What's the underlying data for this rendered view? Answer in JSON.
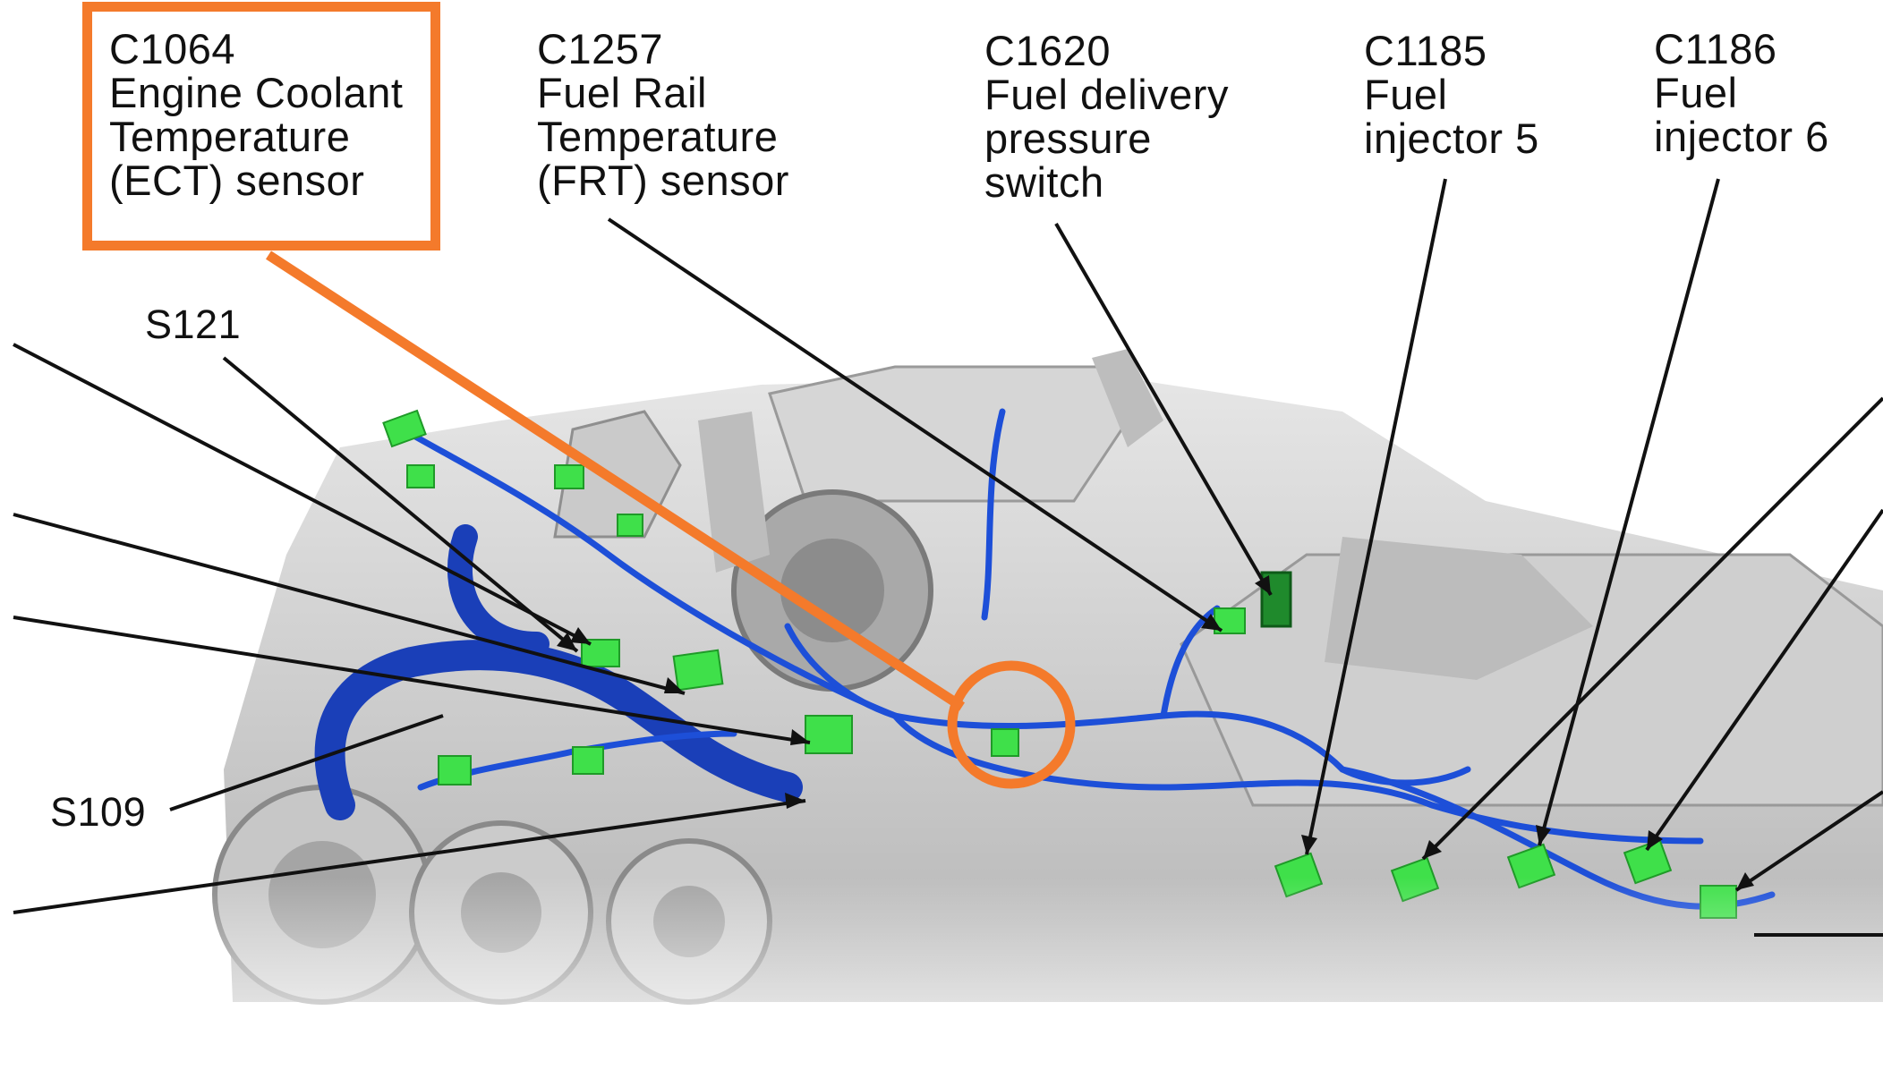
{
  "labels": {
    "c1064": {
      "code": "C1064",
      "line1": "Engine Coolant",
      "line2": "Temperature",
      "line3": "(ECT) sensor"
    },
    "c1257": {
      "code": "C1257",
      "line1": "Fuel Rail",
      "line2": "Temperature",
      "line3": "(FRT) sensor"
    },
    "c1620": {
      "code": "C1620",
      "line1": "Fuel delivery",
      "line2": "pressure",
      "line3": "switch"
    },
    "c1185": {
      "code": "C1185",
      "line1": "Fuel",
      "line2": "injector 5"
    },
    "c1186": {
      "code": "C1186",
      "line1": "Fuel",
      "line2": "injector 6"
    },
    "s121": "S121",
    "s109": "S109"
  },
  "colors": {
    "highlight": "#f47a2b",
    "wiring": "#1d4fd8",
    "connector": "#3fe04a",
    "engine": "#c9c9c9",
    "leader": "#111111"
  }
}
